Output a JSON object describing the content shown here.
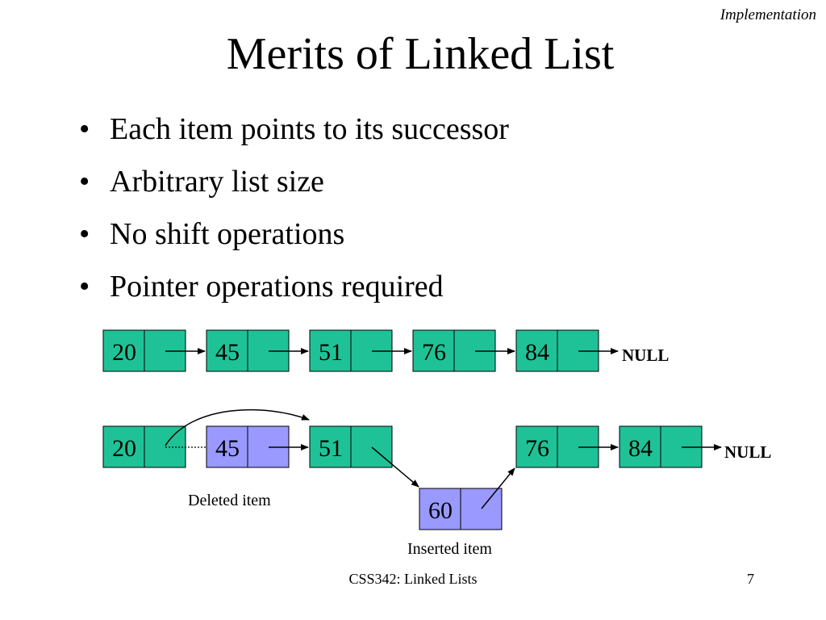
{
  "header": {
    "section": "Implementation"
  },
  "title": "Merits of Linked List",
  "bullets": [
    "Each item points to its successor",
    "Arbitrary list size",
    "No shift operations",
    "Pointer operations required"
  ],
  "diagram": {
    "colors": {
      "node": "#1fc296",
      "highlight": "#9999ff",
      "stroke": "#000000"
    },
    "list1": {
      "values": [
        "20",
        "45",
        "51",
        "76",
        "84"
      ],
      "end": "NULL"
    },
    "list2": {
      "values": [
        "20",
        "45",
        "51",
        "76",
        "84"
      ],
      "end": "NULL",
      "inserted_value": "60",
      "deleted_label": "Deleted item",
      "inserted_label": "Inserted item"
    }
  },
  "footer": {
    "course": "CSS342: Linked Lists",
    "page": "7"
  }
}
